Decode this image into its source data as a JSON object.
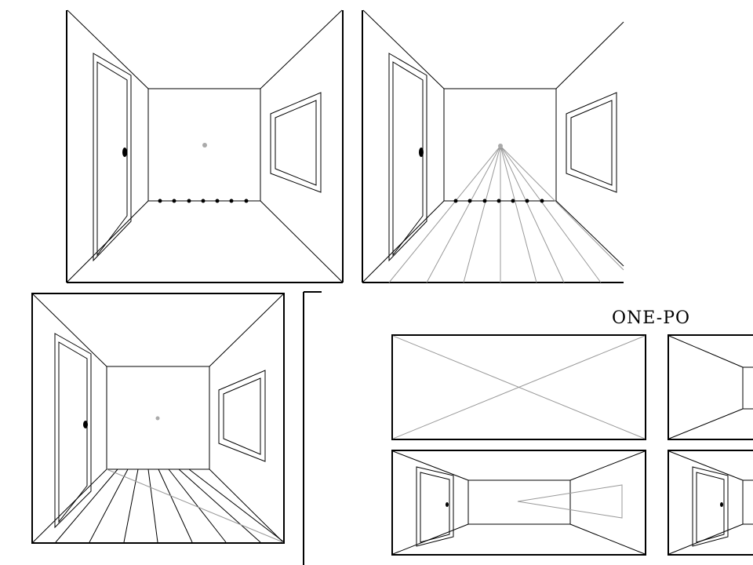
{
  "title": "ONE-PO",
  "colors": {
    "line": "#000000",
    "guide": "#999999",
    "vanishing_point": "#aaaaaa",
    "background": "#ffffff"
  },
  "panels": [
    {
      "name": "room-with-floor-dots"
    },
    {
      "name": "room-with-converging-guides"
    },
    {
      "name": "room-with-floor-boards"
    },
    {
      "name": "thumbnail-diagonals"
    },
    {
      "name": "thumbnail-box-walls"
    },
    {
      "name": "thumbnail-room-with-window"
    },
    {
      "name": "thumbnail-room-partial"
    }
  ],
  "floor_dot_count": 7
}
